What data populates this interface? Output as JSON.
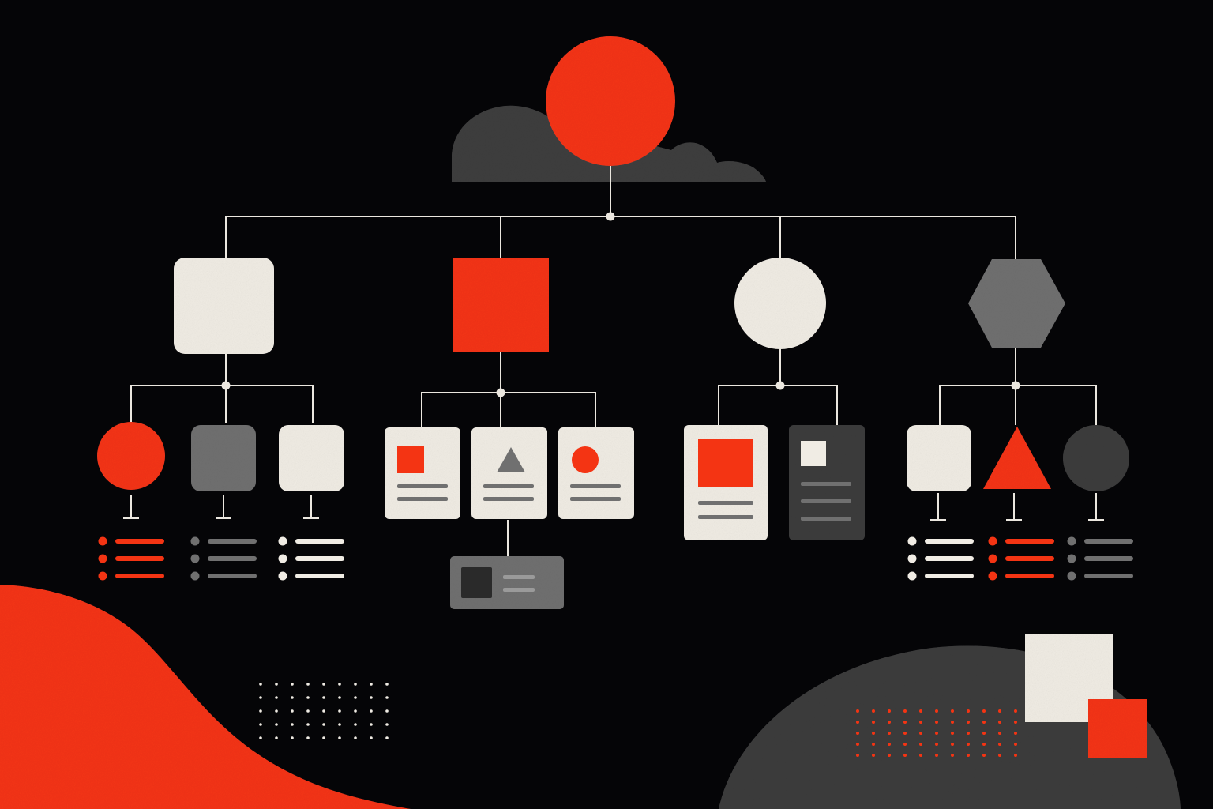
{
  "colors": {
    "background": "#050507",
    "accent": "#f43413",
    "cream": "#f0ece4",
    "gray": "#707070",
    "dark_gray": "#3c3c3c",
    "cloud": "#3e3e3e",
    "line": "#ebe7df"
  },
  "diagram": {
    "root": {
      "shape": "circle",
      "color": "accent"
    },
    "branches": [
      {
        "shape": "rounded-square",
        "color": "cream",
        "children": [
          {
            "shape": "circle",
            "color": "accent",
            "legend": "accent"
          },
          {
            "shape": "rounded-square",
            "color": "gray",
            "legend": "gray"
          },
          {
            "shape": "rounded-square",
            "color": "cream",
            "legend": "cream"
          }
        ]
      },
      {
        "shape": "square",
        "color": "accent",
        "children": [
          {
            "shape": "card",
            "icon": "square-icon"
          },
          {
            "shape": "card",
            "icon": "triangle-icon"
          },
          {
            "shape": "card",
            "icon": "circle-icon"
          }
        ],
        "sub_card": {
          "shape": "horizontal-card",
          "color": "gray"
        }
      },
      {
        "shape": "circle",
        "color": "cream",
        "children": [
          {
            "shape": "card",
            "icon": "square-icon",
            "color": "cream"
          },
          {
            "shape": "card",
            "icon": "square-icon",
            "color": "dark_gray"
          }
        ]
      },
      {
        "shape": "hexagon",
        "color": "gray",
        "children": [
          {
            "shape": "rounded-square",
            "color": "cream",
            "legend": "cream"
          },
          {
            "shape": "triangle",
            "color": "accent",
            "legend": "accent"
          },
          {
            "shape": "circle",
            "color": "dark_gray",
            "legend": "gray"
          }
        ]
      }
    ]
  },
  "decorations": {
    "dot_grid_white": {
      "rows": 5,
      "cols": 9
    },
    "dot_grid_red": {
      "rows": 5,
      "cols": 11
    },
    "shapes": [
      "cloud",
      "red-wave",
      "gray-hill",
      "cream-square",
      "red-square"
    ]
  }
}
